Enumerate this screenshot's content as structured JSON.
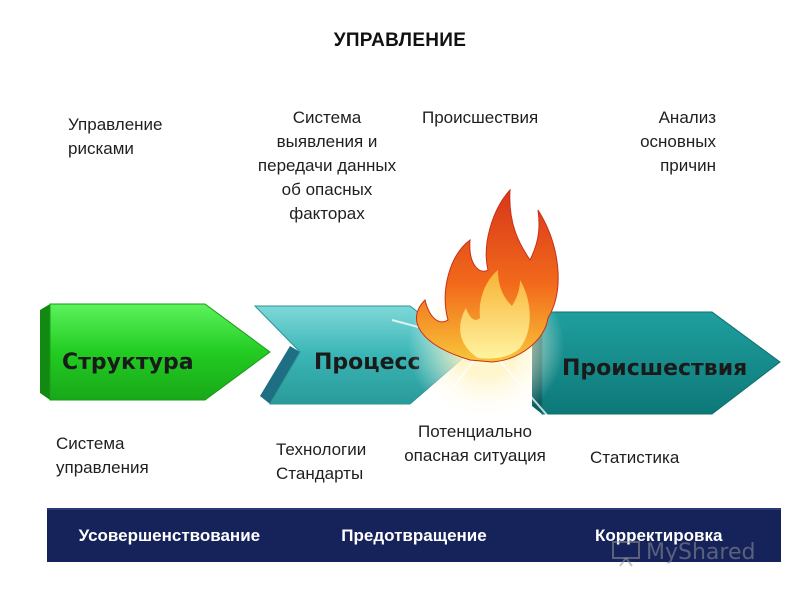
{
  "title": "УПРАВЛЕНИЕ",
  "top_labels": {
    "risk_management": "Управление рисками",
    "hazard_system": "Система выявления и передачи данных об опасных факторах",
    "incidents": "Происшествия",
    "root_cause": "Анализ основных причин"
  },
  "arrows": {
    "structure": "Структура",
    "process": "Процесс",
    "incidents": "Происшествия"
  },
  "bottom_labels": {
    "management_system": "Система управления",
    "technologies": "Технологии Стандарты",
    "potential_hazard": "Потенциально опасная ситуация",
    "statistics": "Статистика"
  },
  "bar": {
    "improvement": "Усовершенствование",
    "prevention": "Предотвращение",
    "correction": "Корректировка"
  },
  "watermark": "MyShared",
  "colors": {
    "structure_green": "#22cc22",
    "process_teal": "#3ab5b5",
    "incidents_teal": "#138a8a",
    "bar_navy": "#15235a",
    "flame_orange": "#f26a1b"
  }
}
